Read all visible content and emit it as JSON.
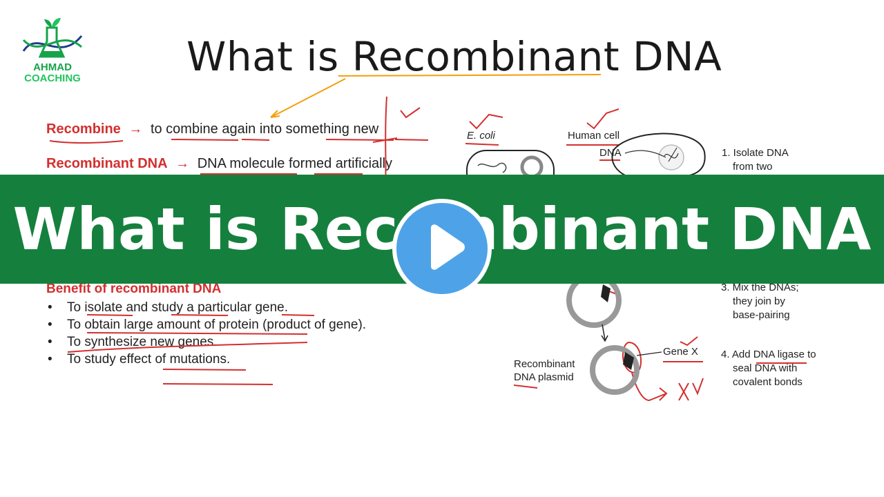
{
  "logo": {
    "line1": "AHMAD",
    "line2": "COACHING"
  },
  "slide": {
    "title": "What is Recombinant DNA"
  },
  "definitions": [
    {
      "term": "Recombine",
      "arrow": "→",
      "text": "to combine again into something new"
    },
    {
      "term": "Recombinant DNA",
      "arrow": "→",
      "text": "DNA molecule formed artificially"
    }
  ],
  "benefits": {
    "title": "Benefit of recombinant DNA",
    "items": [
      "To isolate and study a particular gene.",
      "To obtain large amount of protein (product of gene).",
      "To synthesize new genes.",
      "To study effect of mutations."
    ]
  },
  "diagram": {
    "ecoli": "E. coli",
    "human_cell": "Human cell",
    "dna": "DNA",
    "step1": [
      "1. Isolate DNA",
      "from two"
    ],
    "step3": [
      "3. Mix the DNAs;",
      "they join by",
      "base-pairing"
    ],
    "gene_x": "Gene X",
    "recombinant_plasmid": [
      "Recombinant",
      "DNA plasmid"
    ],
    "step4": [
      "4. Add DNA ligase to",
      "seal DNA with",
      "covalent bonds"
    ],
    "annotation": "XV"
  },
  "banner": {
    "title": "What is Recombinant DNA"
  },
  "colors": {
    "banner": "#15803d",
    "play": "#4ea3e8",
    "accent_red": "#d32f2f",
    "logo_green": "#16a34a",
    "logo_blue": "#1e3a8a"
  },
  "icons": {
    "play": "play-icon",
    "logo": "flask-dna-logo-icon"
  }
}
